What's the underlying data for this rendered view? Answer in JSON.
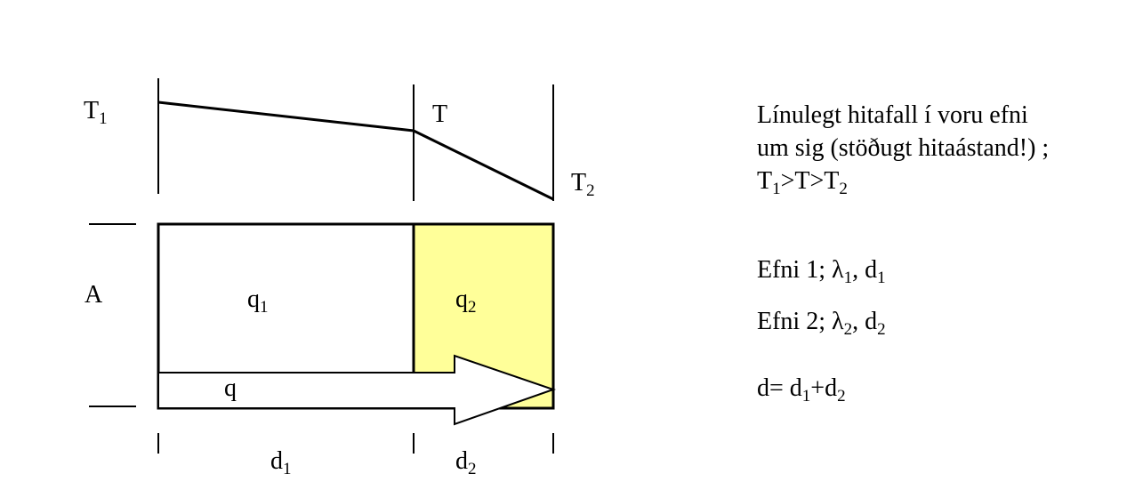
{
  "colors": {
    "line": "#000000",
    "material2_fill": "#FFFF99",
    "material1_fill": "#FFFFFF",
    "arrow_fill": "#FFFFFF"
  },
  "labels": {
    "t1": {
      "base": "T",
      "sub": "1"
    },
    "t": {
      "base": "T"
    },
    "t2": {
      "base": "T",
      "sub": "2"
    },
    "area": "A",
    "q1": {
      "base": "q",
      "sub": "1"
    },
    "q2": {
      "base": "q",
      "sub": "2"
    },
    "q": "q",
    "d1": {
      "base": "d",
      "sub": "1"
    },
    "d2": {
      "base": "d",
      "sub": "2"
    }
  },
  "description": {
    "line1": "Línulegt hitafall í voru efni",
    "line2": "um sig (stöðugt hitaástand!) ;",
    "line3": {
      "p1": "T",
      "s1": "1",
      "p2": ">T>T",
      "s2": "2"
    },
    "material1": {
      "p1": "Efni 1; ",
      "lambda": "λ",
      "s1": "1",
      "p2": ", d",
      "s2": "1"
    },
    "material2": {
      "p1": "Efni 2; ",
      "lambda": "λ",
      "s1": "2",
      "p2": ", d",
      "s2": "2"
    },
    "total": {
      "p1": "d= d",
      "s1": "1",
      "p2": "+d",
      "s2": "2"
    }
  }
}
